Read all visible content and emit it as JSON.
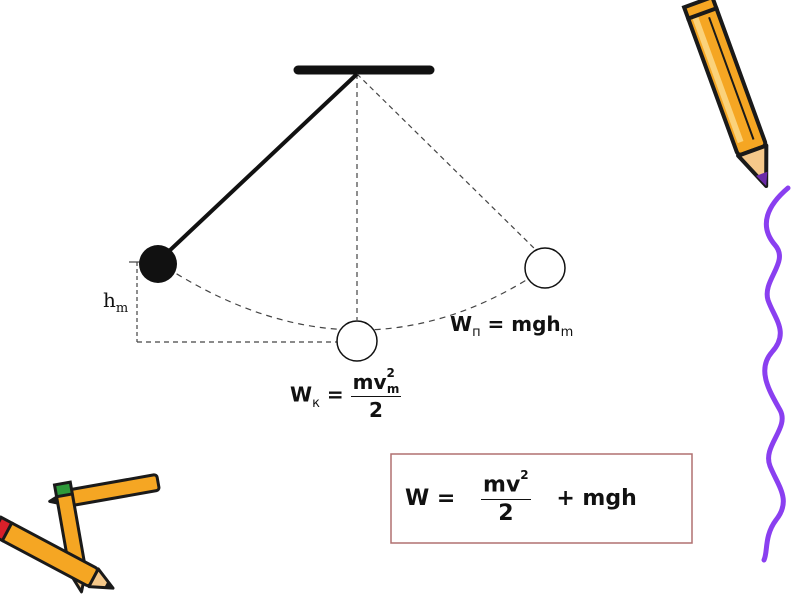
{
  "labels": {
    "height": {
      "main": "h",
      "sub": "m"
    },
    "potential": {
      "lhs": "W",
      "lhs_sub": "п",
      "rhs": "= mgh",
      "rhs_sub": "m"
    },
    "kinetic": {
      "lhs": "W",
      "lhs_sub": "к",
      "eq": "=",
      "num": "mv",
      "num_sup": "2",
      "num_sub": "m",
      "den": "2"
    },
    "total": {
      "lhs": "W =",
      "num": "mv",
      "num_sup": "2",
      "den": "2",
      "plus": "+ mgh"
    }
  },
  "colors": {
    "ink": "#111111",
    "box_border": "#b07070",
    "pencil_body": "#f5a623",
    "pencil_outline": "#1a1a1a",
    "pencil_tip_red": "#d8202a",
    "pencil_tip_green": "#2e9a3a",
    "pencil_lead": "#6a2aa8",
    "wavy_line": "#8a3ff0"
  },
  "icons": [
    "pencil-icon",
    "crossed-pencils-icon"
  ]
}
